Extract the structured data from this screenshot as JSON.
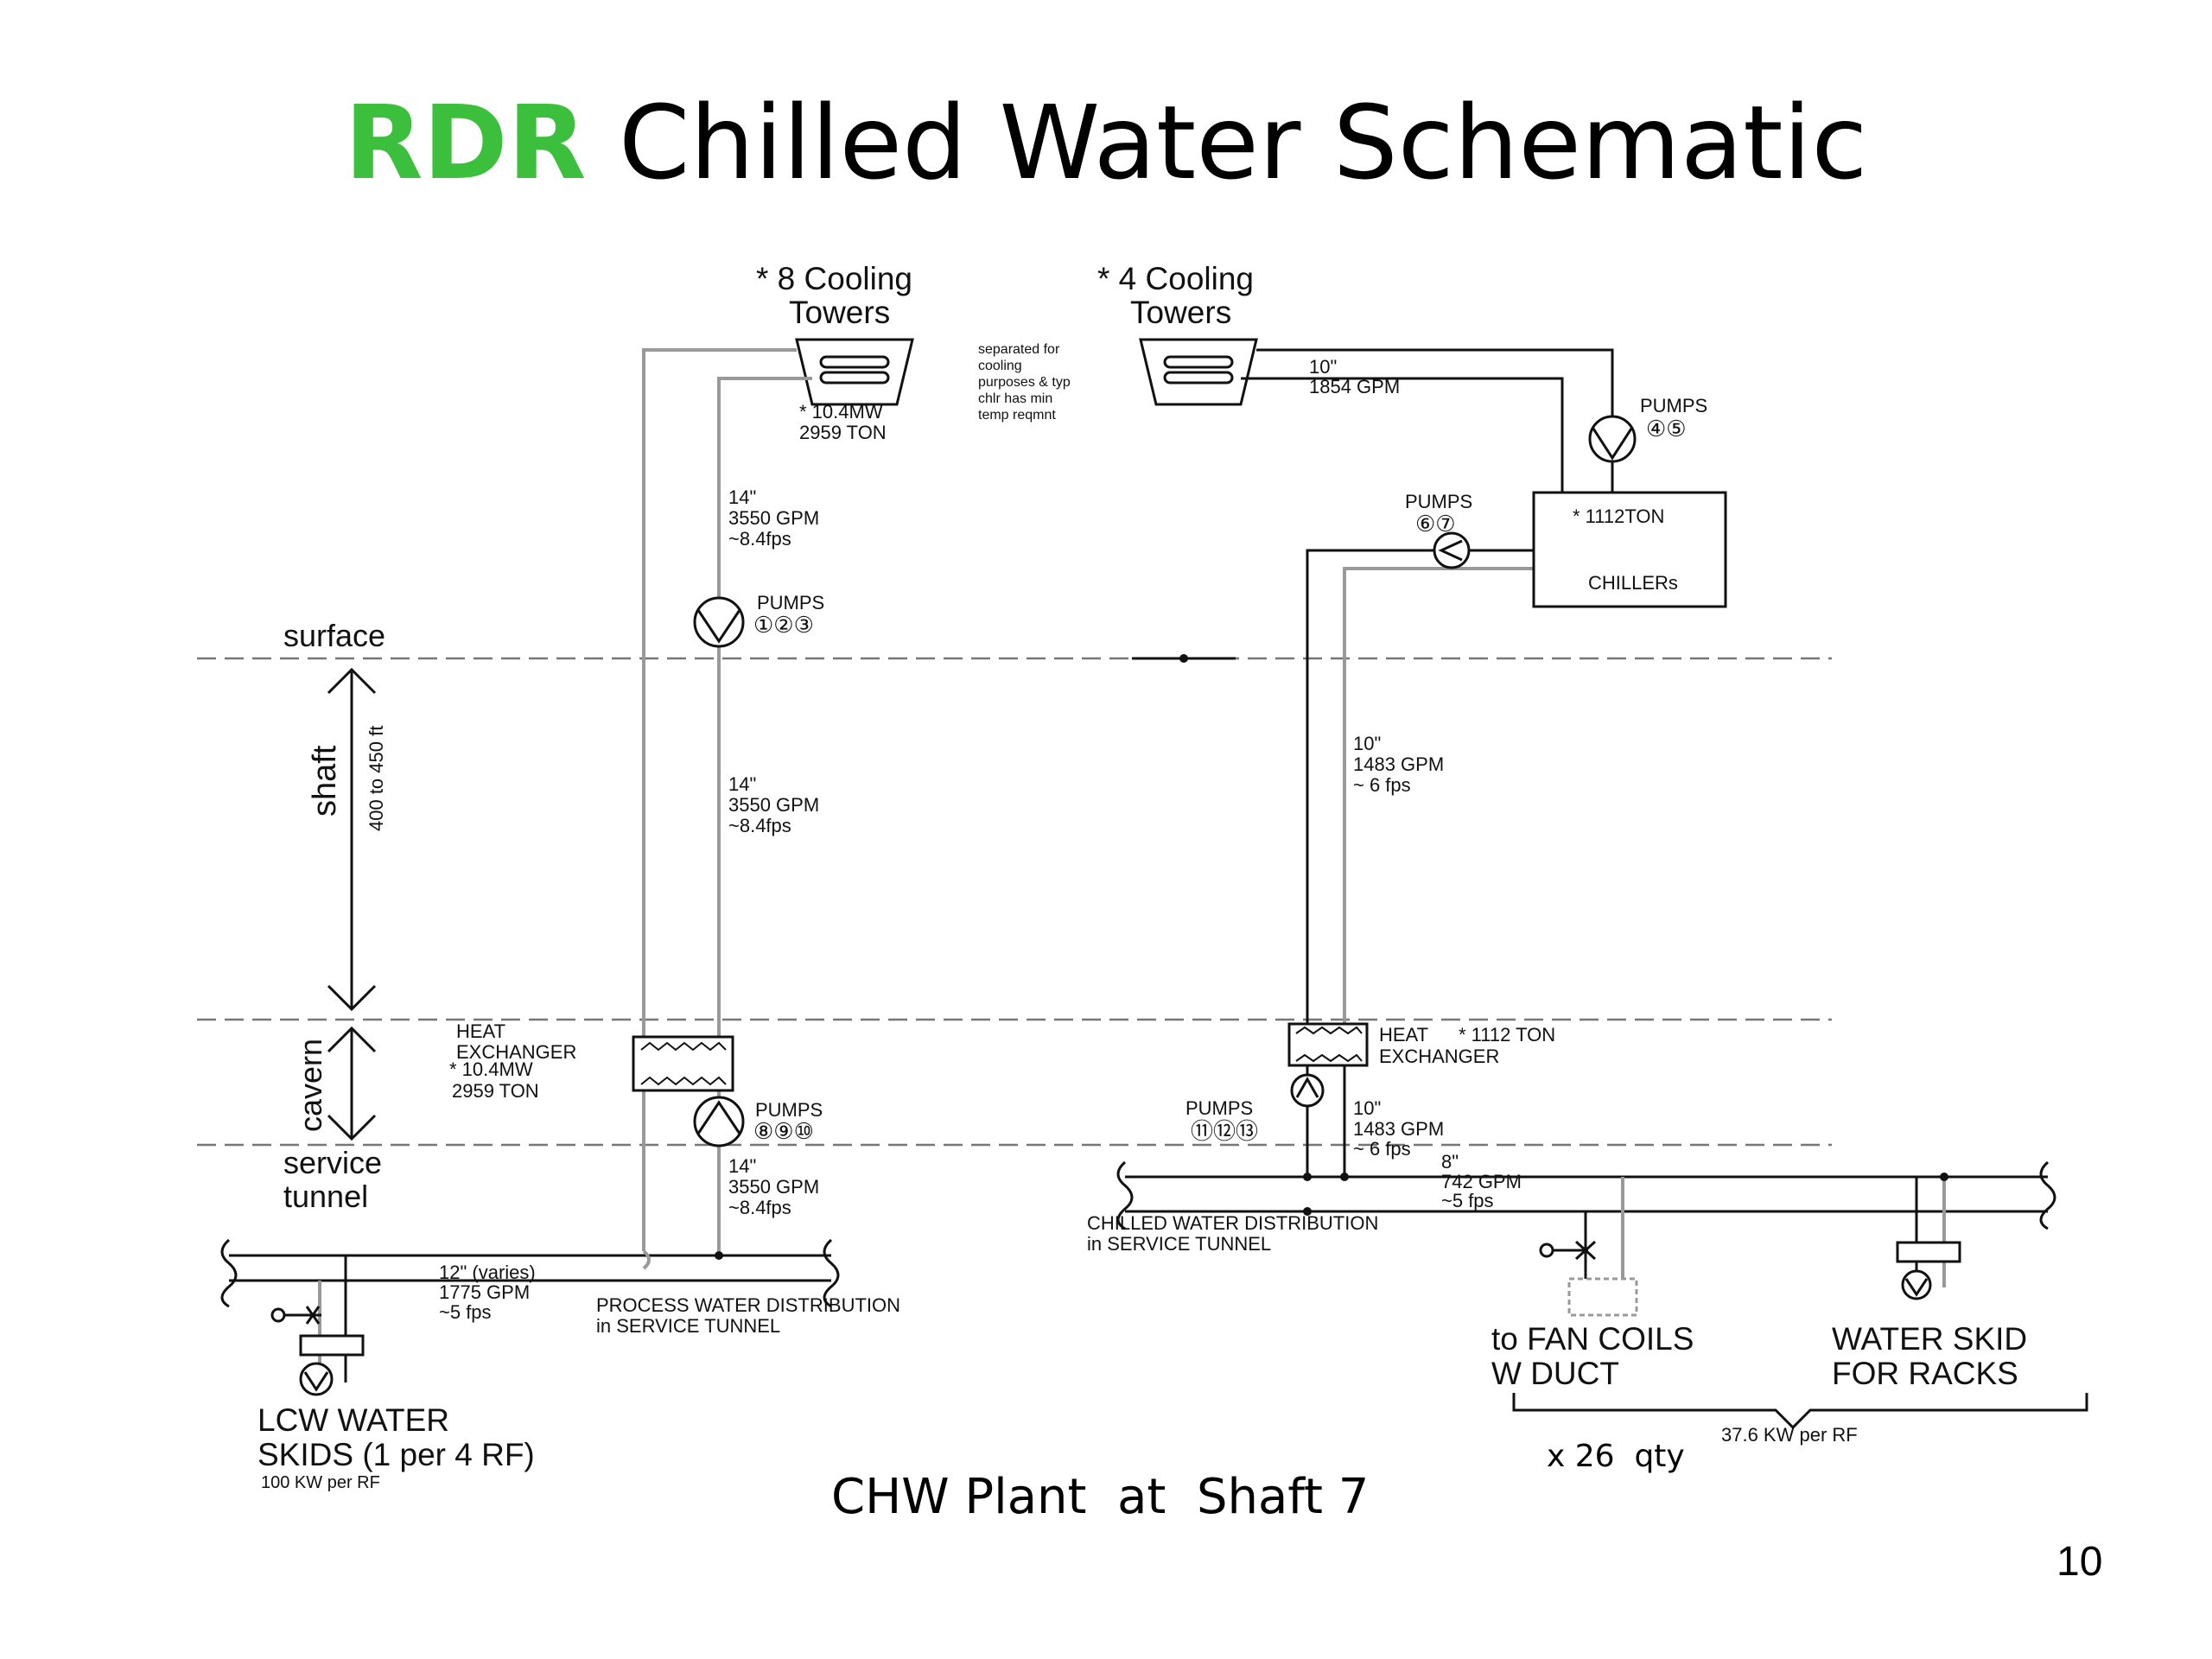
{
  "title": {
    "accent": "RDR",
    "rest": "Chilled Water Schematic"
  },
  "caption": "CHW Plant  at  Shaft 7",
  "quantity_note": "x 26  qty",
  "page_number": "10",
  "colors": {
    "accent": "#3cbf3c",
    "line": "#111111",
    "pipe_gray": "#999999",
    "dashed": "#777777"
  },
  "labels": {
    "towers_left_title_1": "* 8 Cooling",
    "towers_left_title_2": "Towers",
    "towers_right_title_1": "* 4 Cooling",
    "towers_right_title_2": "Towers",
    "towers_left_rating_1": "* 10.4MW",
    "towers_left_rating_2": "2959 TON",
    "separated_note_1": "separated for",
    "separated_note_2": "cooling",
    "separated_note_3": "purposes & typ",
    "separated_note_4": "chlr has min",
    "separated_note_5": "temp reqmnt",
    "right_tower_pipe_1": "10\"",
    "right_tower_pipe_2": "1854 GPM",
    "pumps_45_label": "PUMPS",
    "pumps_45_nums": "④⑤",
    "pumps_67_label": "PUMPS",
    "pumps_67_nums": "⑥⑦",
    "chillers_rating": "* 1112TON",
    "chillers_label": "CHILLERs",
    "pipe_top_1": "14\"",
    "pipe_top_2": "3550 GPM",
    "pipe_top_3": "~8.4fps",
    "pumps_123_label": "PUMPS",
    "pumps_123_nums": "①②③",
    "surface_label": "surface",
    "shaft_label": "shaft",
    "shaft_depth": "400 to 450 ft",
    "pipe_mid_1": "14\"",
    "pipe_mid_2": "3550 GPM",
    "pipe_mid_3": "~8.4fps",
    "pipe_right_1": "10\"",
    "pipe_right_2": "1483 GPM",
    "pipe_right_3": "~ 6 fps",
    "cavern_label": "cavern",
    "hx_left_1": "HEAT",
    "hx_left_2": "EXCHANGER",
    "hx_left_3": "* 10.4MW",
    "hx_left_4": "2959 TON",
    "hx_right_1": "HEAT",
    "hx_right_2": "EXCHANGER",
    "hx_right_3": "* 1112 TON",
    "pumps_8910_label": "PUMPS",
    "pumps_8910_nums": "⑧⑨⑩",
    "pumps_111213_label": "PUMPS",
    "pumps_111213_nums": "⑪⑫⑬",
    "pipe_low_right_1": "10\"",
    "pipe_low_right_2": "1483 GPM",
    "pipe_low_right_3": "~ 6 fps",
    "service_tunnel_1": "service",
    "service_tunnel_2": "tunnel",
    "pipe_low_left_1": "14\"",
    "pipe_low_left_2": "3550 GPM",
    "pipe_low_left_3": "~8.4fps",
    "dist_8in_1": "8\"",
    "dist_8in_2": "742 GPM",
    "dist_8in_3": "~5 fps",
    "chilled_dist_1": "CHILLED WATER DISTRIBUTION",
    "chilled_dist_2": "in SERVICE TUNNEL",
    "process_pipe_1": "12\" (varies)",
    "process_pipe_2": "1775 GPM",
    "process_pipe_3": "~5 fps",
    "process_dist_1": "PROCESS WATER DISTRIBUTION",
    "process_dist_2": "in SERVICE TUNNEL",
    "lcw_1": "LCW  WATER",
    "lcw_2": "SKIDS (1 per 4 RF)",
    "lcw_3": "100 KW per RF",
    "fan_coils_1": "to FAN COILS",
    "fan_coils_2": "W DUCT",
    "water_skid_1": "WATER SKID",
    "water_skid_2": "FOR RACKS",
    "per_rf": "37.6 KW per RF"
  }
}
